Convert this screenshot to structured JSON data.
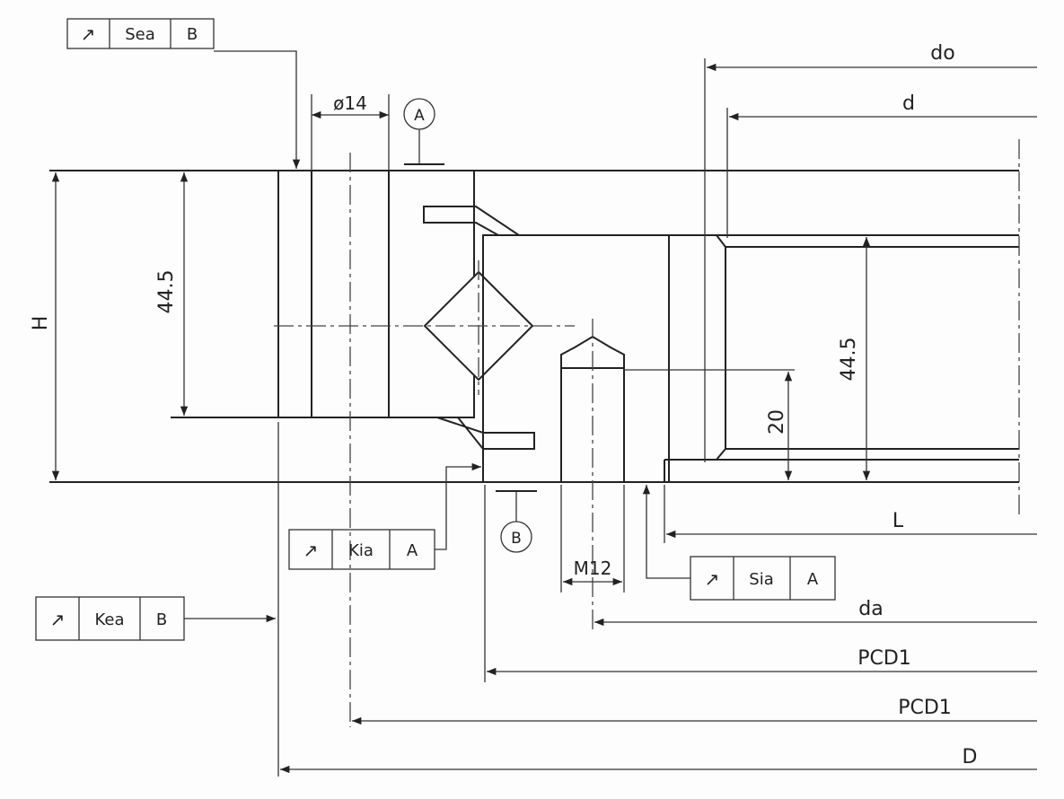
{
  "title": "Slewing bearing cross-section drawing",
  "callouts": {
    "sea": {
      "symbol": "↗",
      "label": "Sea",
      "datum": "B"
    },
    "kia": {
      "symbol": "↗",
      "label": "Kia",
      "datum": "A"
    },
    "kea": {
      "symbol": "↗",
      "label": "Kea",
      "datum": "B"
    },
    "sia": {
      "symbol": "↗",
      "label": "Sia",
      "datum": "A"
    }
  },
  "datums": {
    "a": "A",
    "b": "B"
  },
  "dimensions": {
    "hole_dia": "ø14",
    "height_outer": "44.5",
    "height_inner": "44.5",
    "total_height": "H",
    "thread_depth": "20",
    "thread": "M12",
    "do": "do",
    "d": "d",
    "L": "L",
    "da": "da",
    "pcd_inner": "PCD1",
    "pcd_outer": "PCD1",
    "D": "D"
  }
}
